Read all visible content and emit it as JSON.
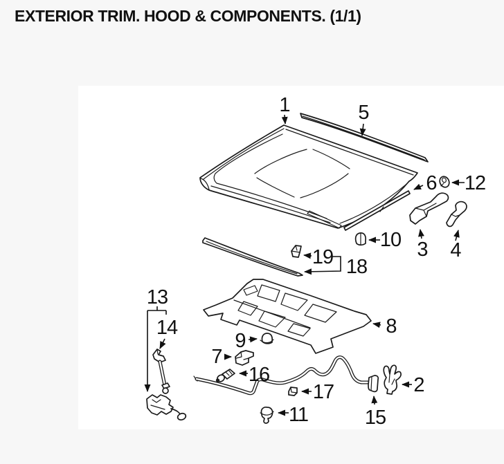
{
  "page": {
    "title": "EXTERIOR TRIM. HOOD & COMPONENTS. (1/1)"
  },
  "diagram": {
    "callouts": {
      "c1": "1",
      "c2": "2",
      "c3": "3",
      "c4": "4",
      "c5": "5",
      "c6": "6",
      "c7": "7",
      "c8": "8",
      "c9": "9",
      "c10": "10",
      "c11": "11",
      "c12": "12",
      "c13": "13",
      "c14": "14",
      "c15": "15",
      "c16": "16",
      "c17": "17",
      "c18": "18",
      "c19": "19"
    },
    "colors": {
      "line": "#1a1a1a",
      "label_text": "#111111",
      "panel_background": "#ffffff",
      "page_background": "#f7f7f7"
    }
  }
}
